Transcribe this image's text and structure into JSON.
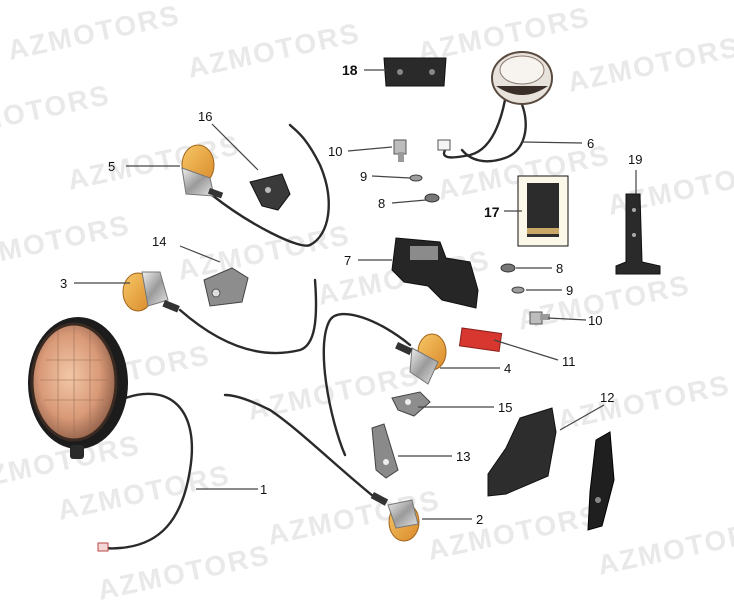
{
  "watermark": "AZMOTORS",
  "callouts": [
    {
      "id": "1",
      "label": "1",
      "bold": false
    },
    {
      "id": "2",
      "label": "2",
      "bold": false
    },
    {
      "id": "3",
      "label": "3",
      "bold": false
    },
    {
      "id": "4",
      "label": "4",
      "bold": false
    },
    {
      "id": "5",
      "label": "5",
      "bold": false
    },
    {
      "id": "6",
      "label": "6",
      "bold": false
    },
    {
      "id": "7",
      "label": "7",
      "bold": false
    },
    {
      "id": "8a",
      "label": "8",
      "bold": false
    },
    {
      "id": "8b",
      "label": "8",
      "bold": false
    },
    {
      "id": "9a",
      "label": "9",
      "bold": false
    },
    {
      "id": "9b",
      "label": "9",
      "bold": false
    },
    {
      "id": "10a",
      "label": "10",
      "bold": false
    },
    {
      "id": "10b",
      "label": "10",
      "bold": false
    },
    {
      "id": "11",
      "label": "11",
      "bold": false
    },
    {
      "id": "12",
      "label": "12",
      "bold": false
    },
    {
      "id": "13",
      "label": "13",
      "bold": false
    },
    {
      "id": "14",
      "label": "14",
      "bold": false
    },
    {
      "id": "15",
      "label": "15",
      "bold": false
    },
    {
      "id": "16",
      "label": "16",
      "bold": false
    },
    {
      "id": "17",
      "label": "17",
      "bold": true
    },
    {
      "id": "18",
      "label": "18",
      "bold": true
    },
    {
      "id": "19",
      "label": "19",
      "bold": false
    }
  ],
  "colors": {
    "amber": "#e8a23a",
    "chrome": "#c8c8c8",
    "black": "#222222",
    "red": "#d8372f",
    "lens": "#d9a080"
  }
}
